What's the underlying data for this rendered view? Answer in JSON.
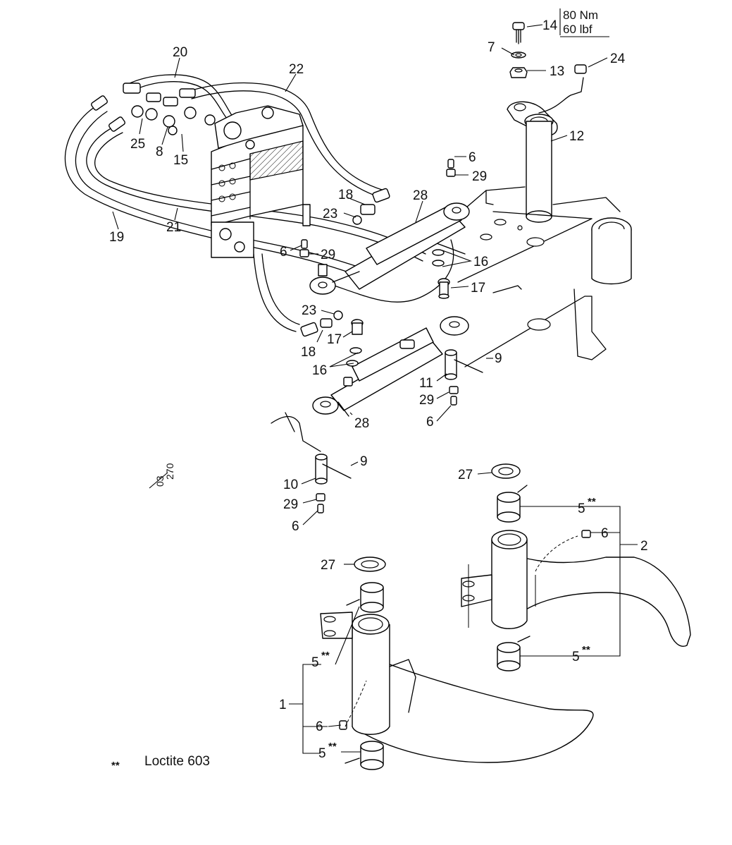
{
  "callouts": {
    "c14": "14",
    "c7": "7",
    "c13": "13",
    "c24": "24",
    "c12": "12",
    "c20": "20",
    "c22": "22",
    "c25": "25",
    "c8": "8",
    "c15": "15",
    "c6a": "6",
    "c29a": "29",
    "c18a": "18",
    "c23a": "23",
    "c28a": "28",
    "c21": "21",
    "c19": "19",
    "c6b": "6",
    "c29b": "29",
    "c16a": "16",
    "c17a": "17",
    "c23b": "23",
    "c17b": "17",
    "c18b": "18",
    "c16b": "16",
    "c9a": "9",
    "c11": "11",
    "c29c": "29",
    "c6c": "6",
    "c28b": "28",
    "c9b": "9",
    "c10": "10",
    "c29d": "29",
    "c6d": "6",
    "c27a": "27",
    "c5a": "5",
    "c6e": "6",
    "c2": "2",
    "c5b": "5",
    "c27b": "27",
    "c5c": "5",
    "c1": "1",
    "c6f": "6",
    "c5d": "5"
  },
  "torque": {
    "nm": "80 Nm",
    "lbf": "60 lbf"
  },
  "footnote_marker": "**",
  "legend": {
    "marker": "**",
    "text": "Loctite 603"
  },
  "drawing_ref": {
    "number": "03",
    "sheet": "270"
  }
}
